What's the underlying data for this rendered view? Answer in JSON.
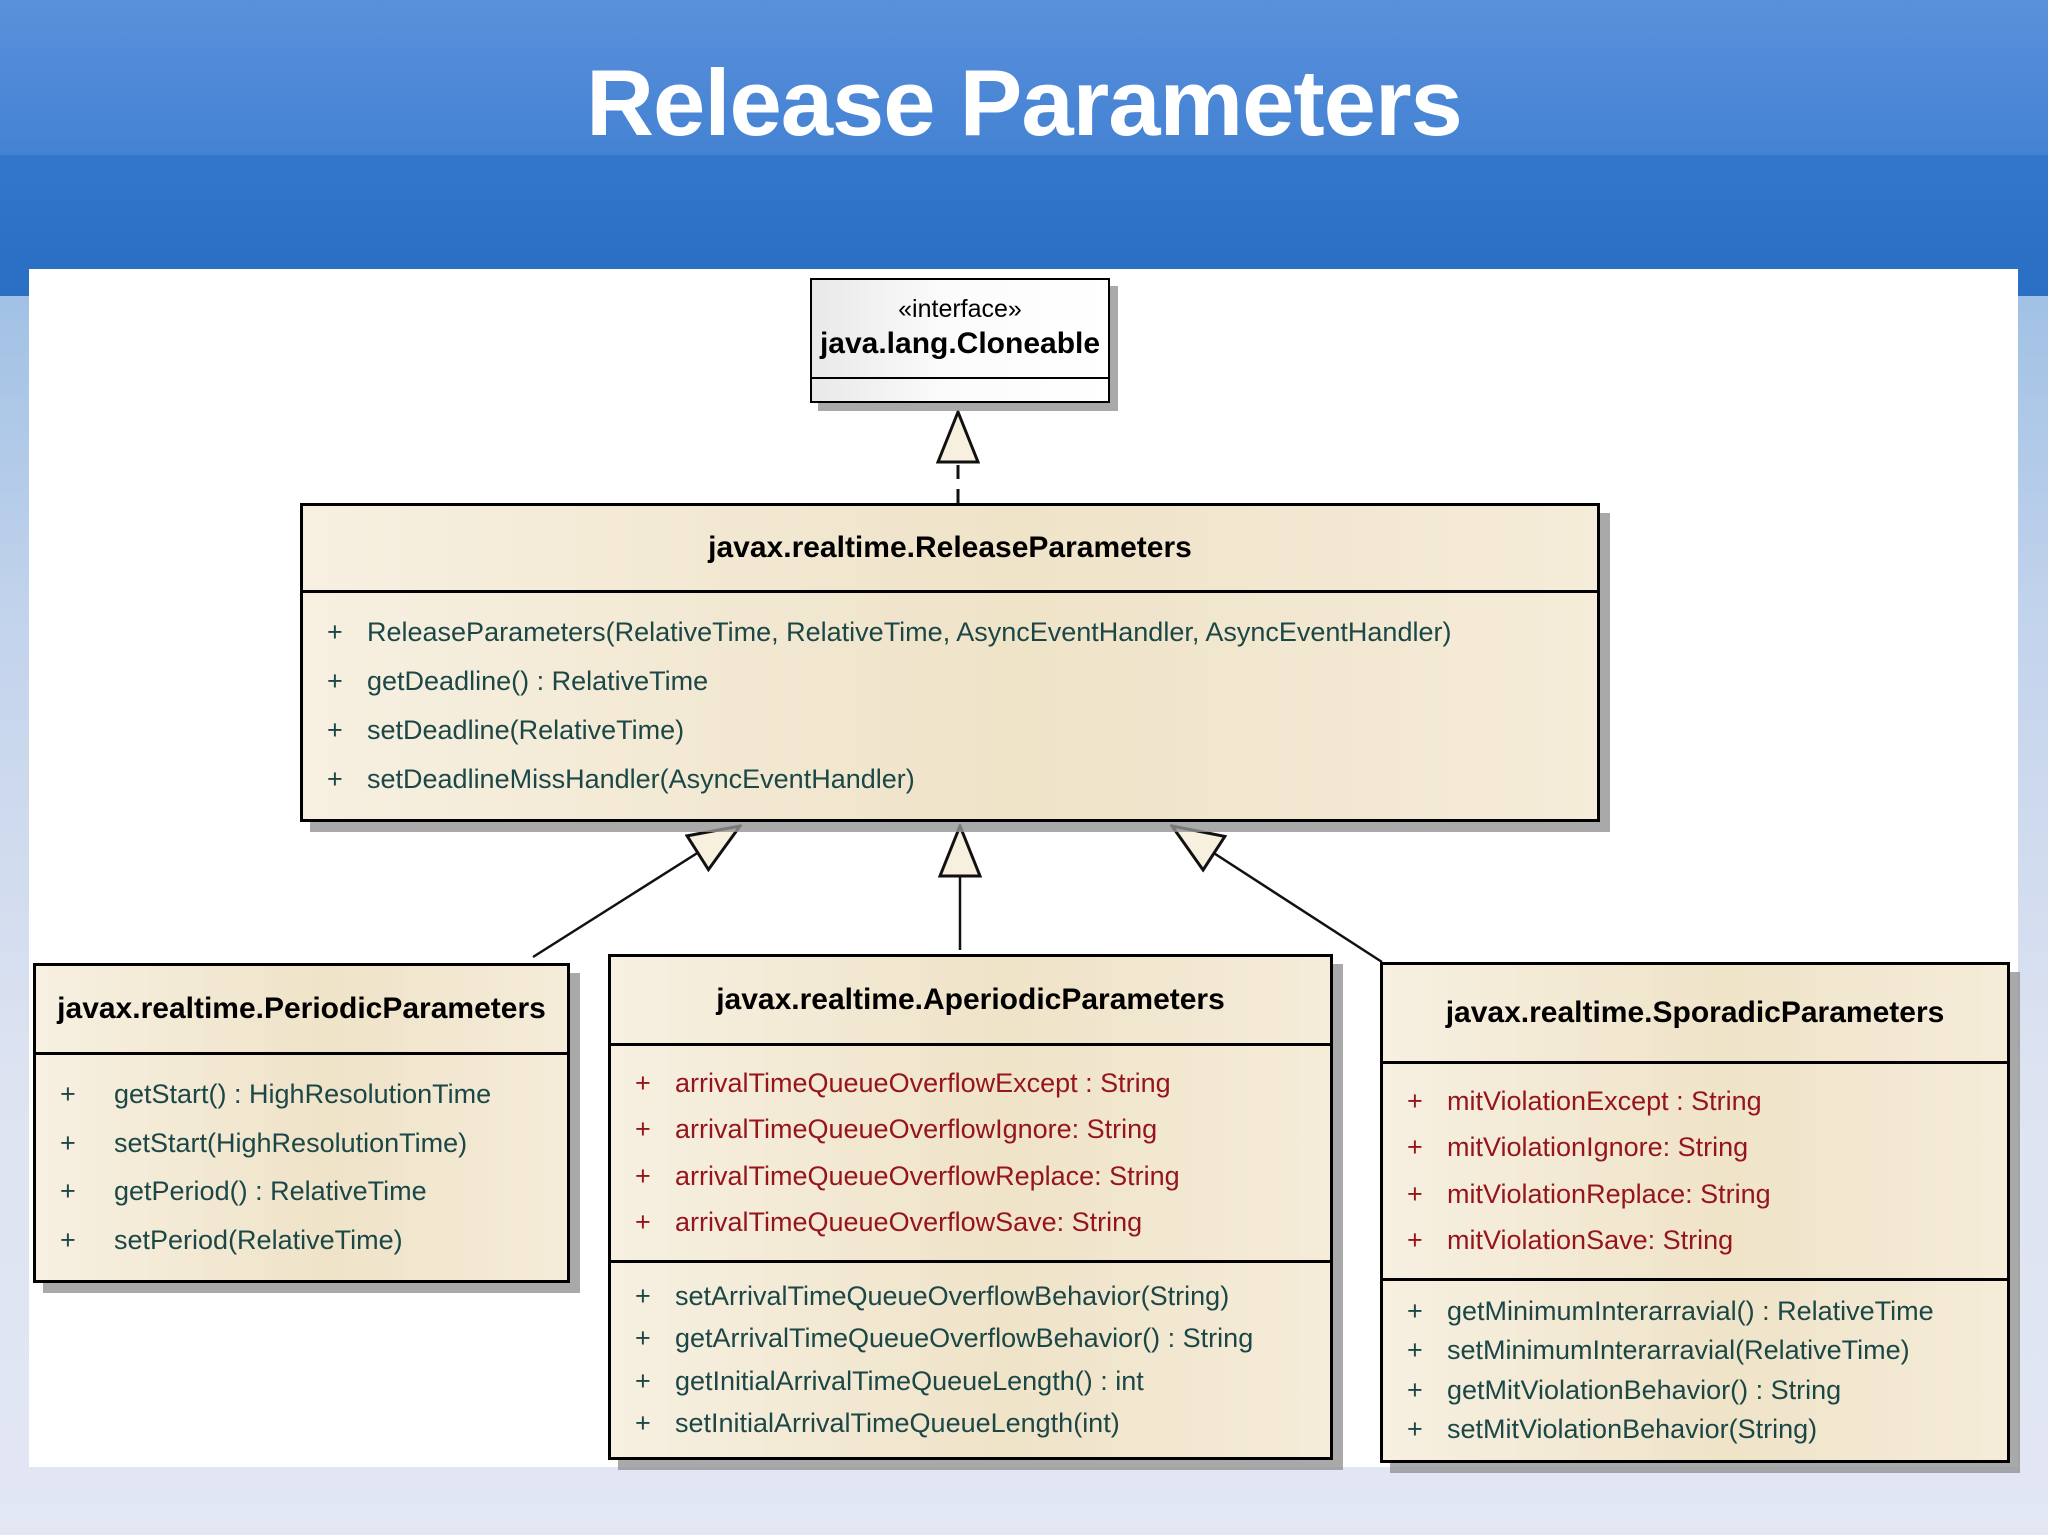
{
  "slide": {
    "title": "Release Parameters"
  },
  "uml": {
    "visibility": "+",
    "interface": {
      "stereotype": "«interface»",
      "name": "java.lang.Cloneable"
    },
    "classes": {
      "release": {
        "name": "javax.realtime.ReleaseParameters",
        "methods": [
          "ReleaseParameters(RelativeTime, RelativeTime, AsyncEventHandler, AsyncEventHandler)",
          "getDeadline() : RelativeTime",
          "setDeadline(RelativeTime)",
          "setDeadlineMissHandler(AsyncEventHandler)"
        ]
      },
      "periodic": {
        "name": "javax.realtime.PeriodicParameters",
        "methods": [
          "getStart() : HighResolutionTime",
          "setStart(HighResolutionTime)",
          "getPeriod() : RelativeTime",
          "setPeriod(RelativeTime)"
        ]
      },
      "aperiodic": {
        "name": "javax.realtime.AperiodicParameters",
        "attributes": [
          "arrivalTimeQueueOverflowExcept : String",
          "arrivalTimeQueueOverflowIgnore: String",
          "arrivalTimeQueueOverflowReplace: String",
          "arrivalTimeQueueOverflowSave: String"
        ],
        "methods": [
          "setArrivalTimeQueueOverflowBehavior(String)",
          "getArrivalTimeQueueOverflowBehavior() : String",
          "getInitialArrivalTimeQueueLength() : int",
          "setInitialArrivalTimeQueueLength(int)"
        ]
      },
      "sporadic": {
        "name": "javax.realtime.SporadicParameters",
        "attributes": [
          "mitViolationExcept : String",
          "mitViolationIgnore: String",
          "mitViolationReplace: String",
          "mitViolationSave: String"
        ],
        "methods": [
          "getMinimumInterarravial() : RelativeTime",
          "setMinimumInterarravial(RelativeTime)",
          "getMitViolationBehavior() : String",
          "setMitViolationBehavior(String)"
        ]
      }
    },
    "relationships": [
      {
        "type": "realization",
        "from": "javax.realtime.ReleaseParameters",
        "to": "java.lang.Cloneable"
      },
      {
        "type": "generalization",
        "from": "javax.realtime.PeriodicParameters",
        "to": "javax.realtime.ReleaseParameters"
      },
      {
        "type": "generalization",
        "from": "javax.realtime.AperiodicParameters",
        "to": "javax.realtime.ReleaseParameters"
      },
      {
        "type": "generalization",
        "from": "javax.realtime.SporadicParameters",
        "to": "javax.realtime.ReleaseParameters"
      }
    ]
  },
  "colors": {
    "header_blue_top": "#4a86d6",
    "header_blue_band": "#2d71c6",
    "slide_background_top": "#9fc0e4",
    "slide_background_bottom": "#e3e7f4",
    "panel": "#ffffff",
    "box_fill": "#f2e7d0",
    "box_border": "#000000",
    "box_shadow": "#949494",
    "title_text": "#ffffff",
    "class_title_text": "#000000",
    "method_text": "#1c4747",
    "attribute_text": "#96141c"
  }
}
